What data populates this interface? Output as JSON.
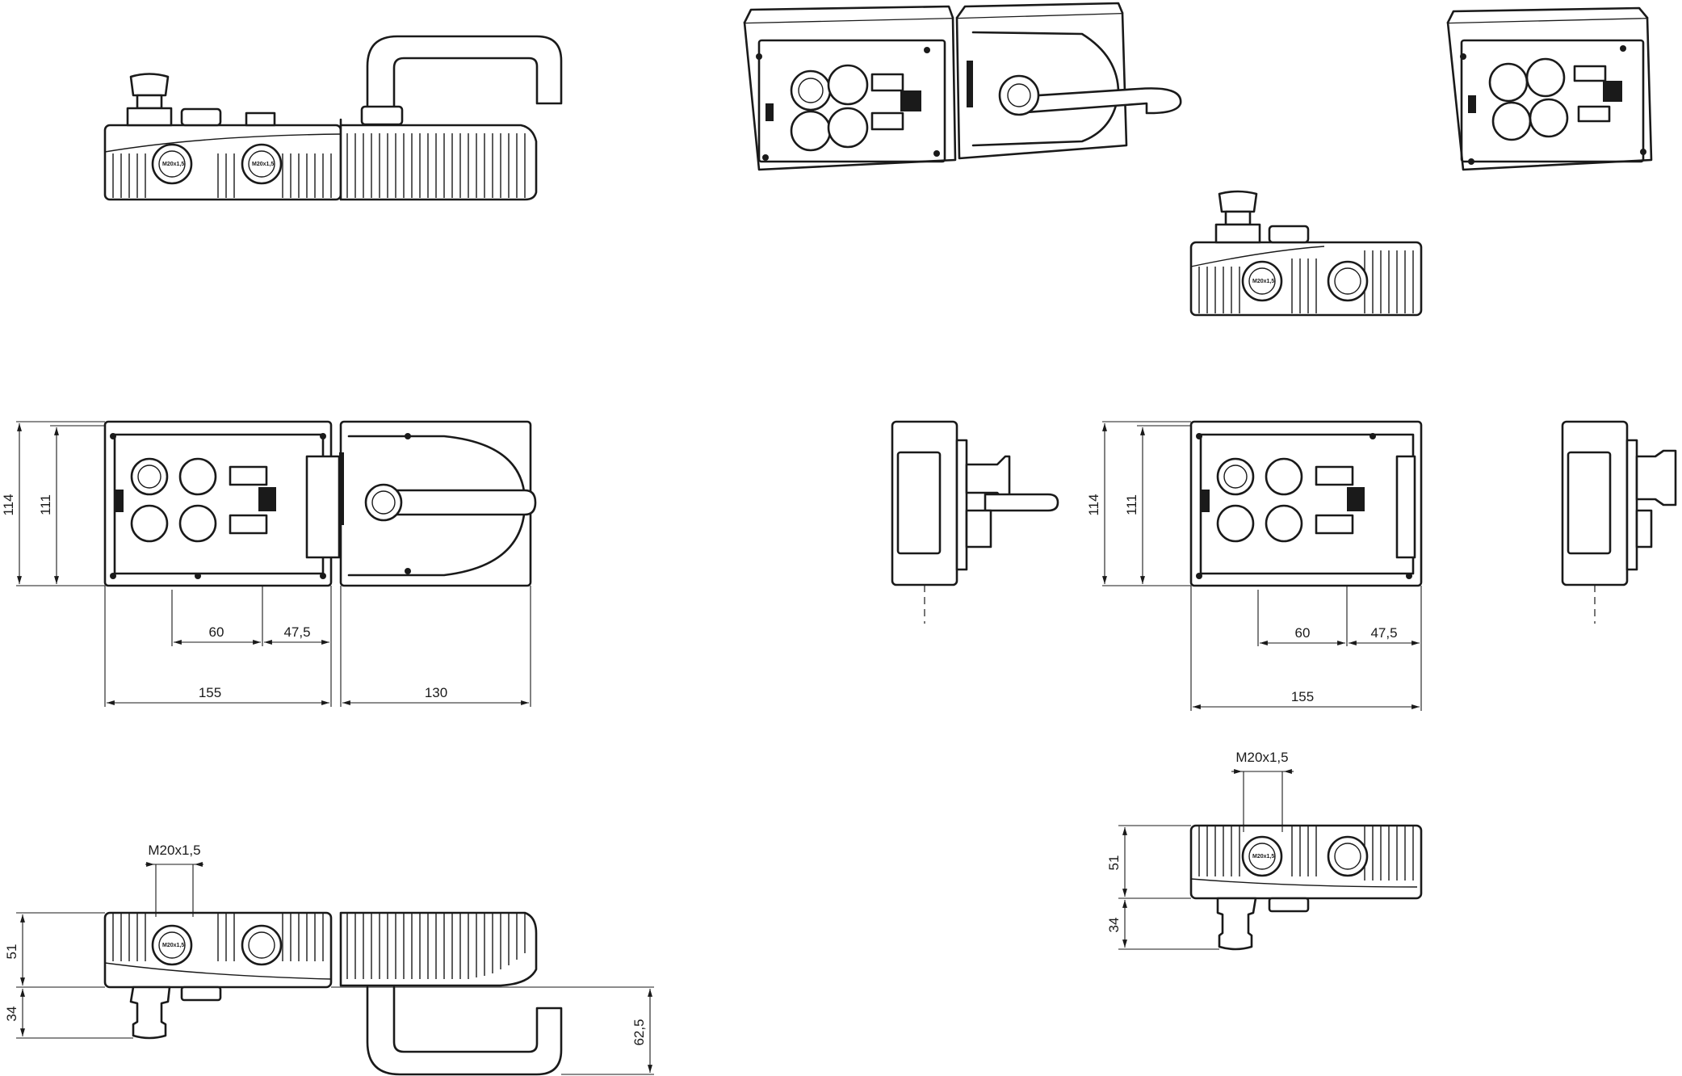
{
  "dimensions": {
    "height_total": "114",
    "height_body": "111",
    "pitch_inner": "60",
    "pitch_outer": "47,5",
    "width_body": "155",
    "width_handle": "130",
    "thread": "M20x1,5",
    "depth_body": "51",
    "depth_button": "34",
    "handle_depth": "62,5"
  },
  "part_labels": {
    "gland_text": "M20x1,5"
  }
}
